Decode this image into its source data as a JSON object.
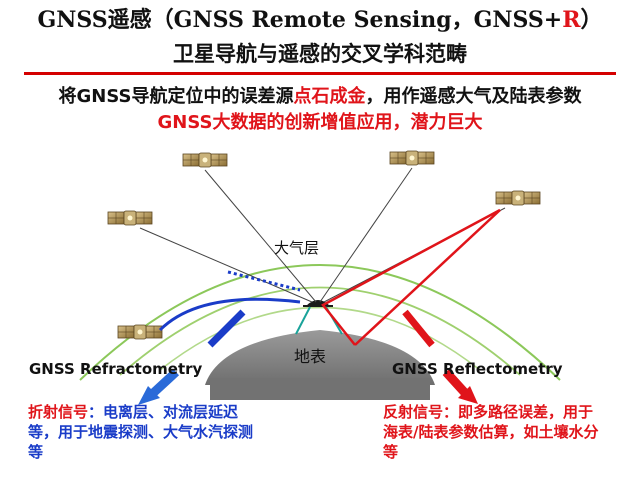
{
  "title": {
    "line1_prefix": "GNSS遥感（GNSS Remote Sensing，GNSS+",
    "line1_r": "R",
    "line1_suffix": "）",
    "line2": "卫星导航与遥感的交叉学科范畴"
  },
  "tagline": {
    "part1": "将GNSS导航定位中的误差源",
    "part2_red": "点石成金",
    "part3": "，用作遥感大气及陆表参数",
    "line2": "GNSS大数据的创新增值应用，潜力巨大"
  },
  "labels": {
    "atmosphere": "大气层",
    "surface": "地表"
  },
  "refractometry": {
    "title": "GNSS Refractometry",
    "head": "折射信号",
    "text": "：电离层、对流层延迟等，用于地震探测、大气水汽探测等"
  },
  "reflectometry": {
    "title": "GNSS Reflectometry",
    "head": "反射信号",
    "text": "：即多路径误差，用于海表/陆表参数估算，如土壤水分等"
  },
  "colors": {
    "accent_red": "#e0141a",
    "refraction_blue": "#1a3cc8",
    "atmosphere_green": "#8cc85a",
    "ground_gray": "#7a7a7a"
  }
}
